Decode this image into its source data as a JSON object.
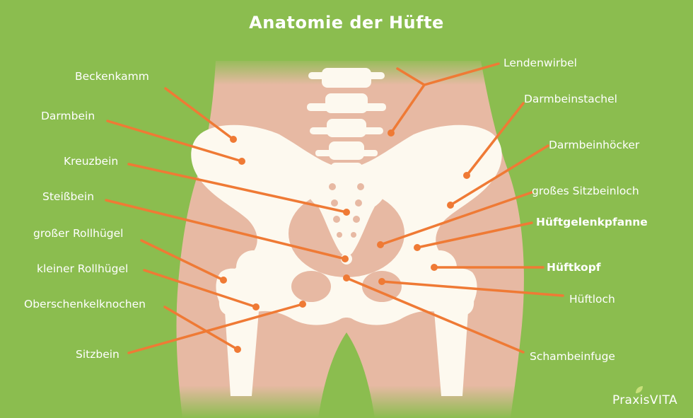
{
  "title": "Anatomie der Hüfte",
  "labels_left": [
    {
      "id": "beckenkamm",
      "text": "Beckenkamm"
    },
    {
      "id": "darmbein",
      "text": "Darmbein"
    },
    {
      "id": "kreuzbein",
      "text": "Kreuzbein"
    },
    {
      "id": "steissbein",
      "text": "Steißbein"
    },
    {
      "id": "grosser-rollhuegel",
      "text": "großer Rollhügel"
    },
    {
      "id": "kleiner-rollhuegel",
      "text": "kleiner Rollhügel"
    },
    {
      "id": "oberschenkelknochen",
      "text": "Oberschenkelknochen"
    },
    {
      "id": "sitzbein",
      "text": "Sitzbein"
    }
  ],
  "labels_right": [
    {
      "id": "lendenwirbel",
      "text": "Lendenwirbel"
    },
    {
      "id": "darmbeinstachel",
      "text": "Darmbeinstachel"
    },
    {
      "id": "darmbeinhoecker",
      "text": "Darmbeinhöcker"
    },
    {
      "id": "grosses-sitzbeinloch",
      "text": "großes Sitzbeinloch"
    },
    {
      "id": "hueftgelenkpfanne",
      "text": "Hüftgelenkpfanne"
    },
    {
      "id": "hueftkopf",
      "text": "Hüftkopf"
    },
    {
      "id": "hueftloch",
      "text": "Hüftloch"
    },
    {
      "id": "schambeinfuge",
      "text": "Schambeinfuge"
    }
  ],
  "logo": {
    "part1": "Praxis",
    "part2": "VITA"
  },
  "colors": {
    "background": "#8bbd4f",
    "skin": "#e7b9a3",
    "bone": "#fdf9ef",
    "leader_line": "#ef7a35",
    "text": "#ffffff"
  }
}
